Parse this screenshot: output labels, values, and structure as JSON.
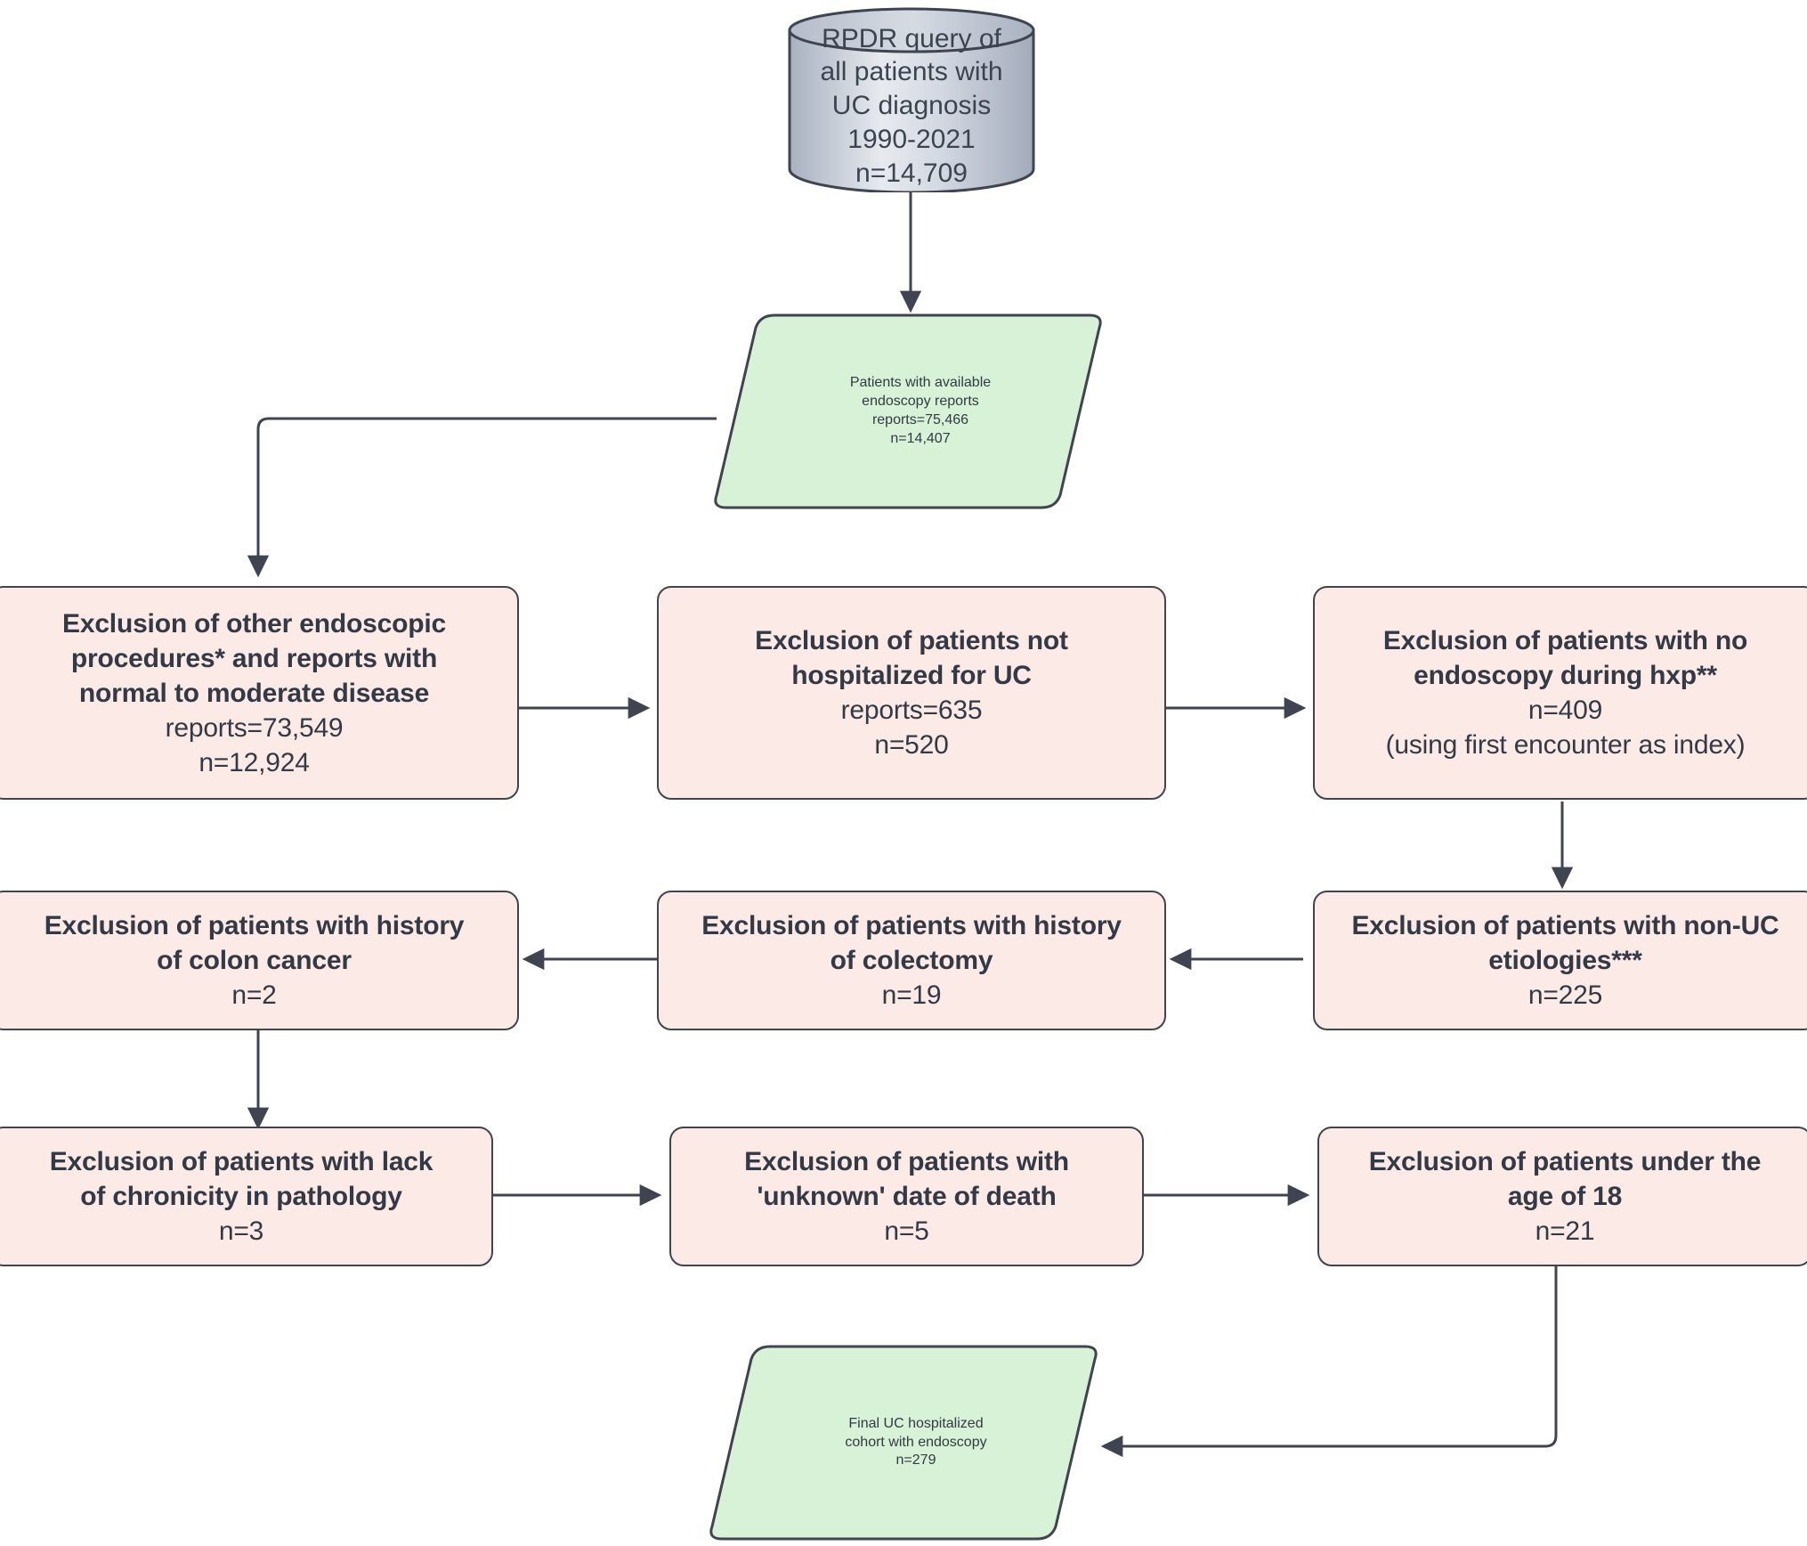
{
  "diagram": {
    "title": "UC hospitalized cohort selection flowchart",
    "colors": {
      "source_fill_top": "#c9ced8",
      "source_fill_bottom": "#aeb6c4",
      "terminal_fill": "#d7f2d6",
      "process_fill": "#fbeae6",
      "stroke": "#3f4450",
      "text": "#333a45",
      "background": "#ffffff"
    },
    "nodes": [
      {
        "id": "source-rpdr-query",
        "shape": "cylinder",
        "lines": [
          {
            "text": "RPDR query of",
            "bold": false
          },
          {
            "text": "all patients with",
            "bold": false
          },
          {
            "text": "UC diagnosis",
            "bold": false
          },
          {
            "text": "1990-2021",
            "bold": false
          },
          {
            "text": "n=14,709",
            "bold": false
          }
        ]
      },
      {
        "id": "available-endoscopy-reports",
        "shape": "parallelogram",
        "lines": [
          {
            "text": "Patients with available",
            "bold": true
          },
          {
            "text": "endoscopy reports",
            "bold": true
          },
          {
            "text": "reports=75,466",
            "bold": false
          },
          {
            "text": "n=14,407",
            "bold": false
          }
        ]
      },
      {
        "id": "exclusion-other-endoscopic-procedures",
        "shape": "process",
        "lines": [
          {
            "text": "Exclusion of other endoscopic",
            "bold": true
          },
          {
            "text": "procedures* and reports with",
            "bold": true
          },
          {
            "text": "normal to moderate disease",
            "bold": true
          },
          {
            "text": "reports=73,549",
            "bold": false
          },
          {
            "text": "n=12,924",
            "bold": false
          }
        ]
      },
      {
        "id": "exclusion-not-hospitalized",
        "shape": "process",
        "lines": [
          {
            "text": "Exclusion of patients not",
            "bold": true
          },
          {
            "text": "hospitalized for UC",
            "bold": true
          },
          {
            "text": "reports=635",
            "bold": false
          },
          {
            "text": "n=520",
            "bold": false
          }
        ]
      },
      {
        "id": "exclusion-no-endoscopy-during-hxp",
        "shape": "process",
        "lines": [
          {
            "text": "Exclusion of patients with no",
            "bold": true
          },
          {
            "text": "endoscopy during hxp**",
            "bold": true
          },
          {
            "text": "n=409",
            "bold": false
          },
          {
            "text": "(using first encounter as index)",
            "bold": false
          }
        ]
      },
      {
        "id": "exclusion-non-uc-etiologies",
        "shape": "process",
        "lines": [
          {
            "text": "Exclusion of patients with non-UC",
            "bold": true
          },
          {
            "text": "etiologies***",
            "bold": true
          },
          {
            "text": "n=225",
            "bold": false
          }
        ]
      },
      {
        "id": "exclusion-history-colectomy",
        "shape": "process",
        "lines": [
          {
            "text": "Exclusion of patients with history",
            "bold": true
          },
          {
            "text": "of colectomy",
            "bold": true
          },
          {
            "text": "n=19",
            "bold": false
          }
        ]
      },
      {
        "id": "exclusion-history-colon-cancer",
        "shape": "process",
        "lines": [
          {
            "text": "Exclusion of patients with history",
            "bold": true
          },
          {
            "text": "of colon cancer",
            "bold": true
          },
          {
            "text": "n=2",
            "bold": false
          }
        ]
      },
      {
        "id": "exclusion-lack-chronicity",
        "shape": "process",
        "lines": [
          {
            "text": "Exclusion of patients with lack",
            "bold": true
          },
          {
            "text": "of chronicity in pathology",
            "bold": true
          },
          {
            "text": "n=3",
            "bold": false
          }
        ]
      },
      {
        "id": "exclusion-unknown-date-of-death",
        "shape": "process",
        "lines": [
          {
            "text": "Exclusion of patients with",
            "bold": true
          },
          {
            "text": "'unknown' date of death",
            "bold": true
          },
          {
            "text": "n=5",
            "bold": false
          }
        ]
      },
      {
        "id": "exclusion-under-age-18",
        "shape": "process",
        "lines": [
          {
            "text": "Exclusion of patients under the",
            "bold": true
          },
          {
            "text": "age of 18",
            "bold": true
          },
          {
            "text": "n=21",
            "bold": false
          }
        ]
      },
      {
        "id": "final-cohort",
        "shape": "parallelogram",
        "lines": [
          {
            "text": "Final UC hospitalized",
            "bold": true
          },
          {
            "text": "cohort with endoscopy",
            "bold": true
          },
          {
            "text": "n=279",
            "bold": false
          }
        ]
      }
    ]
  }
}
